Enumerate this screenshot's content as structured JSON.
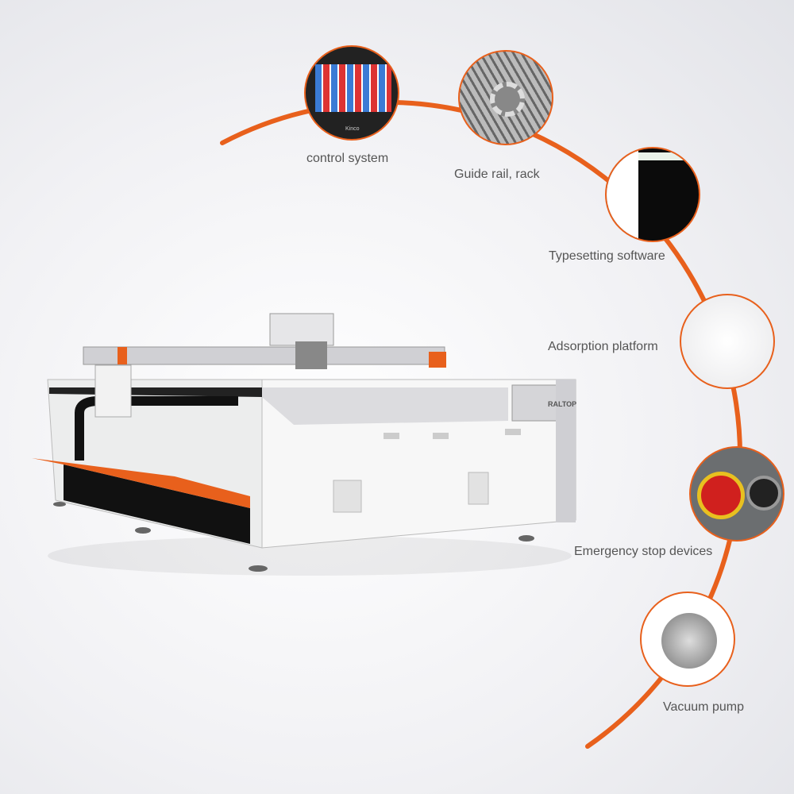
{
  "features": [
    {
      "id": "control",
      "label": "control system",
      "icon": "touch-panel"
    },
    {
      "id": "rail",
      "label": "Guide rail, rack",
      "icon": "gear-rack"
    },
    {
      "id": "software",
      "label": "Typesetting software",
      "icon": "software-screen"
    },
    {
      "id": "platform",
      "label": "Adsorption platform",
      "icon": "perforated-surface"
    },
    {
      "id": "estop",
      "label": "Emergency stop devices",
      "icon": "red-stop-button"
    },
    {
      "id": "pump",
      "label": "Vacuum pump",
      "icon": "blower"
    }
  ],
  "brand": {
    "logo": "RALTOP",
    "panel_brand": "Kinco"
  },
  "colors": {
    "accent": "#e8601c",
    "machine": "#d9d9dc",
    "dark": "#1a1a1a"
  }
}
